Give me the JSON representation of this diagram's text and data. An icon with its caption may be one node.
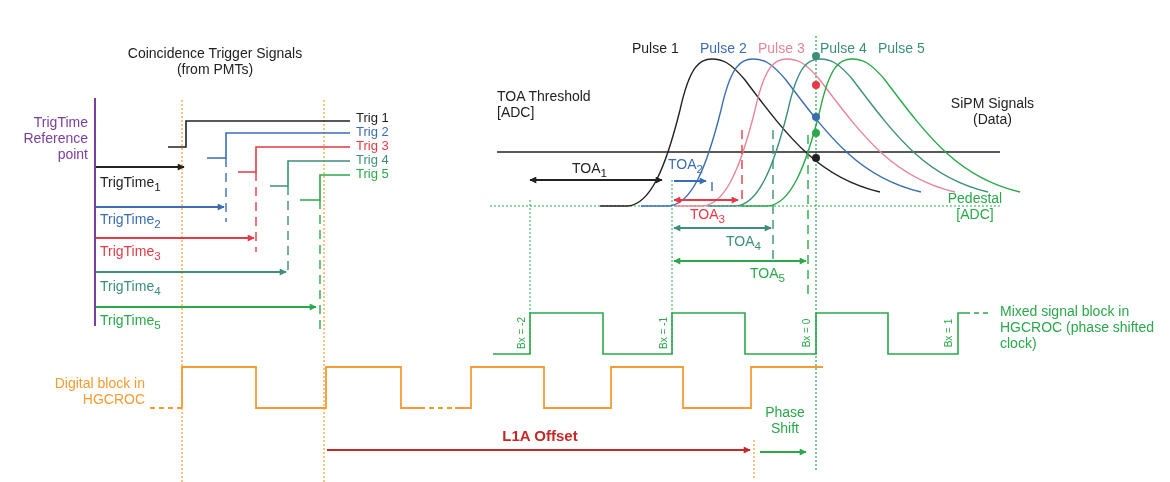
{
  "diagram": {
    "labels": [
      "Coincidence Trigger Signals (from PMTs)",
      "Pulse 1",
      "Pulse 2",
      "Pulse 3",
      "Pulse 4",
      "Pulse 5",
      "TOA Threshold [ADC]",
      "SiPM Signals (Data)",
      "TrigTime Reference point",
      "Trig 1",
      "Trig 2",
      "Trig 3",
      "Trig 4",
      "Trig 5",
      "TrigTime$_{1}$",
      "TOA$_{1}$",
      "TOA$_{2}$",
      "Pedestal [ADC]",
      "TrigTime$_{2}$",
      "TOA$_{3}$",
      "TrigTime$_{3}$",
      "TOA$_{4}$",
      "TOA$_{5}$",
      "TrigTime$_{4}$",
      "Mixed signal block in HGCROC (phase shifted clock)",
      "TrigTime$_{5}$",
      "Bx = -2",
      "Bx = -1",
      "Bx = 0",
      "Bx = 1",
      "Digital block in HGCROC",
      "Phase Shift",
      "L1A Offset"
    ]
  }
}
